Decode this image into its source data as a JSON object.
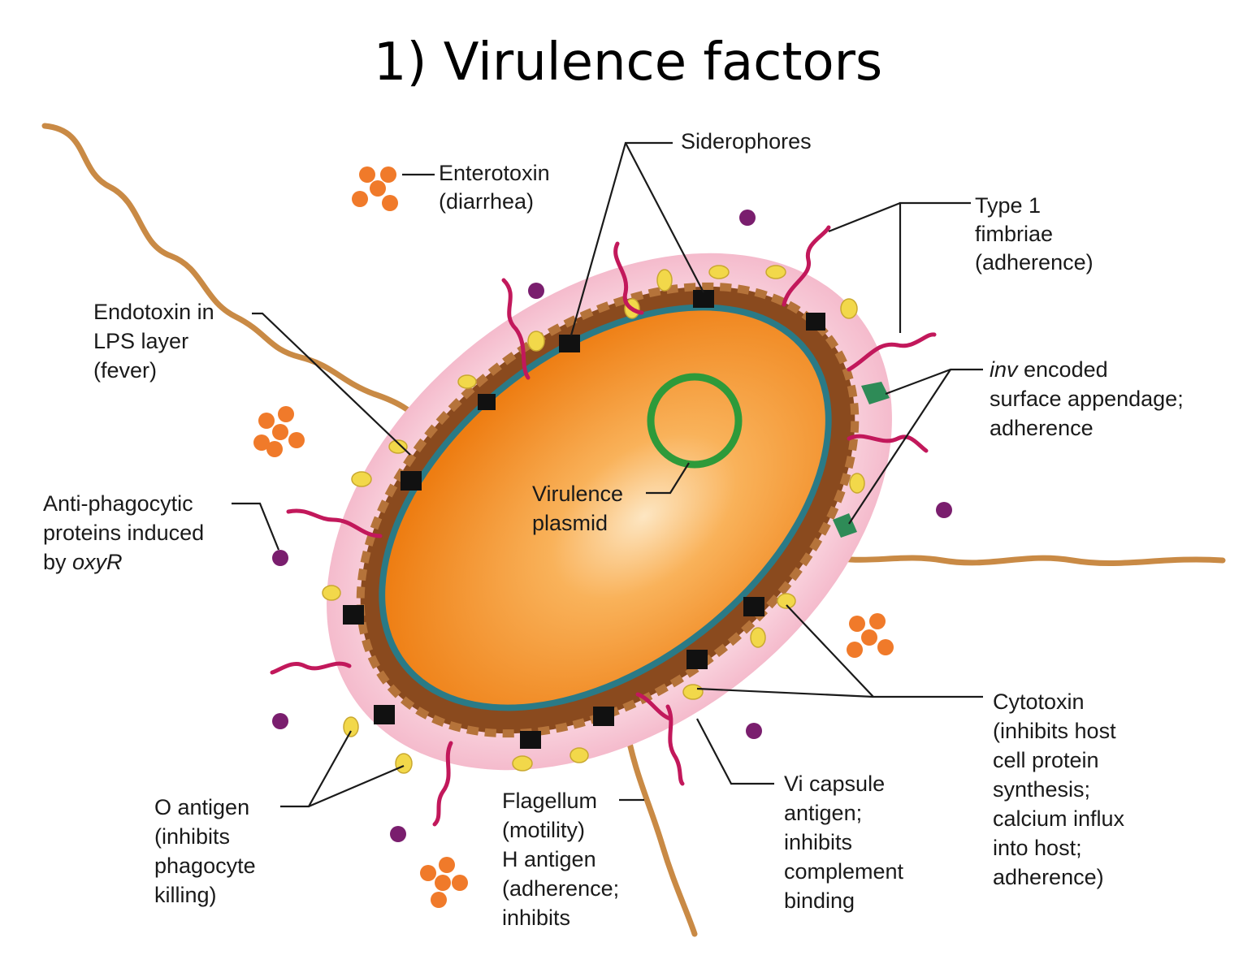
{
  "title": "1) Virulence factors",
  "colors": {
    "cytoplasm": "#f28a1e",
    "cytoplasm_highlight": "#fde0b0",
    "membrane": "#2a7a86",
    "lps_layer": "#8a4a1e",
    "capsule": "#f6c6d4",
    "flagellum": "#c98a45",
    "fimbriae": "#c2185b",
    "plasmid": "#2e9a3a",
    "siderophore": "#111111",
    "o_antigen": "#f2d84a",
    "enterotoxin": "#f07a2a",
    "anti_phagocytic_protein": "#7a1e6e",
    "inv_appendage": "#2e8b57"
  },
  "labels": {
    "siderophores": "Siderophores",
    "enterotoxin": [
      "Enterotoxin",
      "(diarrhea)"
    ],
    "type1_fimbriae": [
      "Type 1",
      "fimbriae",
      "(adherence)"
    ],
    "endotoxin": [
      "Endotoxin in",
      "LPS layer",
      "(fever)"
    ],
    "inv": {
      "italic": "inv",
      "rest": " encoded",
      "lines": [
        "surface appendage;",
        "adherence"
      ]
    },
    "virulence_plasmid": [
      "Virulence",
      "plasmid"
    ],
    "anti_phagocytic": {
      "lines": [
        "Anti-phagocytic",
        "proteins induced"
      ],
      "prefix": "by ",
      "italic": "oxyR"
    },
    "cytotoxin": [
      "Cytotoxin",
      "(inhibits host",
      "cell protein",
      "synthesis;",
      "calcium influx",
      "into host;",
      "adherence)"
    ],
    "o_antigen": [
      "O antigen",
      "(inhibits",
      "phagocyte",
      "killing)"
    ],
    "flagellum": [
      "Flagellum",
      "(motility)",
      "H antigen",
      "(adherence;",
      "inhibits"
    ],
    "vi_capsule": [
      "Vi capsule",
      "antigen;",
      "inhibits",
      "complement",
      "binding"
    ]
  }
}
